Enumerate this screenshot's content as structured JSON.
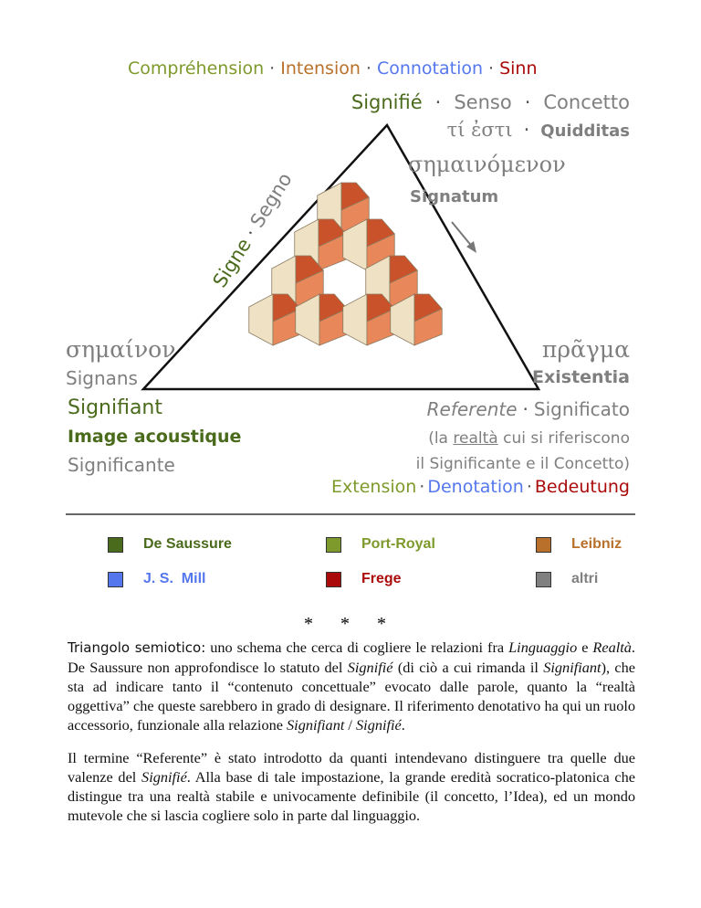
{
  "diagram": {
    "top_line": [
      {
        "text": "Compréhension",
        "color": "#7f9a2c"
      },
      {
        "text": "Intension",
        "color": "#b8702a"
      },
      {
        "text": "Connotation",
        "color": "#5577ee"
      },
      {
        "text": "Sinn",
        "color": "#aa0a0a"
      }
    ],
    "signifie_line": {
      "signifie": "Signifié",
      "senso": "Senso",
      "concetto": "Concetto"
    },
    "greek_line": {
      "ti_esti": "τί ἐστι",
      "quidditas": "Quidditas"
    },
    "semainomenon": "σημαινόμενον",
    "signatum": "Signatum",
    "side_label": {
      "signe": "Signe",
      "segno": "Segno"
    },
    "left": {
      "semainon": "σημαίνον",
      "signans": "Signans",
      "signifiant": "Signifiant",
      "image_acoustique": "Image acoustique",
      "significante": "Significante"
    },
    "right": {
      "pragma": "πρᾶγμα",
      "existentia": "Existentia",
      "referente": "Referente",
      "significato": "Significato",
      "note_open": "(la ",
      "note_realta": "realtà",
      "note_rest": " cui si riferiscono",
      "note_line2": "il Significante e il Concetto)"
    },
    "bottom_line": [
      {
        "text": "Extension",
        "color": "#7f9a2c"
      },
      {
        "text": "Denotation",
        "color": "#5577ee"
      },
      {
        "text": "Bedeutung",
        "color": "#aa0a0a"
      }
    ],
    "separator": "·"
  },
  "legend": [
    {
      "label": "De Saussure",
      "color": "#4a6a1c"
    },
    {
      "label": "Port-Royal",
      "color": "#7f9a2c"
    },
    {
      "label": "Leibniz",
      "color": "#b8702a"
    },
    {
      "label": "J. S.  Mill",
      "color": "#5577ee"
    },
    {
      "label": "Frege",
      "color": "#aa0a0a"
    },
    {
      "label": "altri",
      "color": "#808080"
    }
  ],
  "asterisks": [
    "*",
    "*",
    "*"
  ],
  "paragraph1": {
    "lead": "Triangolo semiotico:",
    "t1": " uno schema che cerca di cogliere le relazioni fra ",
    "i1": "Linguaggio",
    "t2": " e ",
    "i2": "Realtà",
    "t3": ". De Saussure non approfondisce lo statuto del ",
    "i3": "Signifié",
    "t4": " (di ciò a cui rimanda il ",
    "i4": "Signifiant",
    "t5": "), che sta ad indicare tanto il “contenuto concettuale” evocato dalle parole, quanto la “realtà oggettiva” che queste sarebbero in grado di designare. Il riferimento denotativo ha qui un ruolo accessorio, funzionale alla relazione ",
    "i5": "Signifiant",
    "t6": " / ",
    "i6": "Signifié",
    "t7": "."
  },
  "paragraph2": {
    "t1": "Il termine “Referente” è stato introdotto da quanti intendevano distinguere tra quelle due valenze del ",
    "i1": "Signifié",
    "t2": ". Alla base di tale impostazione, la grande eredità socratico-platonica che distingue tra una realtà stabile e univocamente definibile (il concetto, l’Idea), ed un mondo mutevole che si lascia cogliere solo in parte dal linguaggio."
  }
}
